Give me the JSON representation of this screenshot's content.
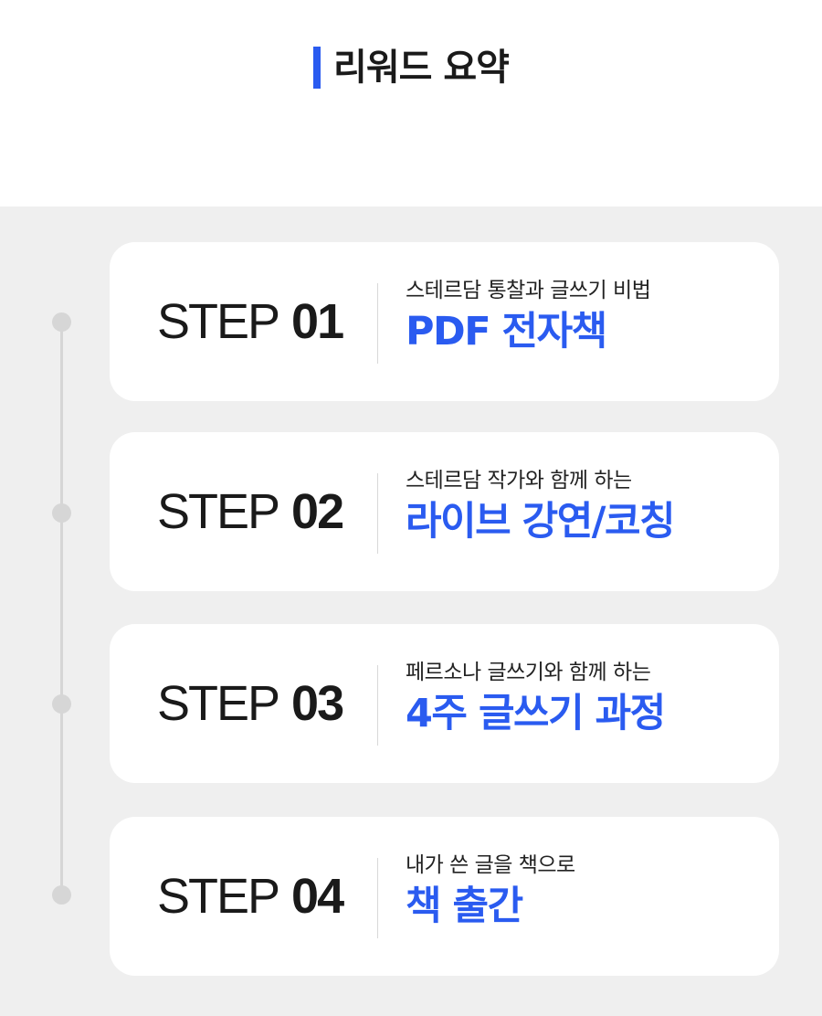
{
  "header": {
    "title": "리워드 요약",
    "accent_color": "#2a5bf0"
  },
  "steps": [
    {
      "label": "STEP",
      "number": "01",
      "subtitle": "스테르담 통찰과 글쓰기 비법",
      "title": "PDF 전자책"
    },
    {
      "label": "STEP",
      "number": "02",
      "subtitle": "스테르담 작가와 함께 하는",
      "title": "라이브 강연/코칭"
    },
    {
      "label": "STEP",
      "number": "03",
      "subtitle": "페르소나 글쓰기와 함께 하는",
      "title": "4주 글쓰기 과정"
    },
    {
      "label": "STEP",
      "number": "04",
      "subtitle": "내가 쓴 글을 책으로",
      "title": "책 출간"
    }
  ]
}
